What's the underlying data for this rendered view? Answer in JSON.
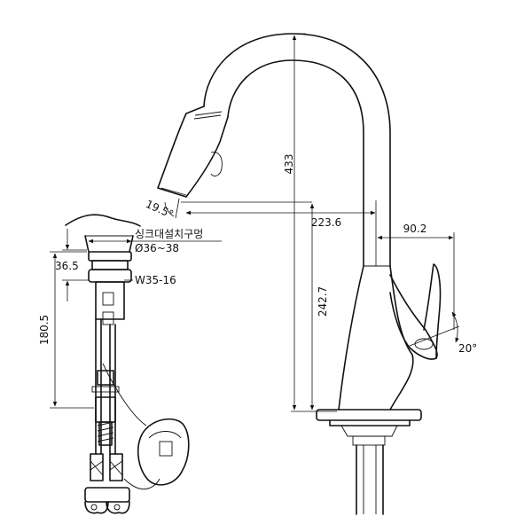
{
  "colors": {
    "line": "#111111",
    "background": "#ffffff"
  },
  "dimensions": {
    "height_total": "433",
    "spout_reach": "223.6",
    "handle_offset": "90.2",
    "height_under_spout": "242.7",
    "spray_angle": "19.5°",
    "handle_angle": "20°",
    "shank_length": "180.5",
    "deck_thickness": "36.5"
  },
  "labels": {
    "sink_hole": "싱크대설치구멍",
    "hole_diameter": "Ø36~38",
    "thread_spec": "W35-16"
  },
  "icons": {
    "valve": "solenoid-box-icon",
    "arrow": "dimension-arrow-icon"
  }
}
